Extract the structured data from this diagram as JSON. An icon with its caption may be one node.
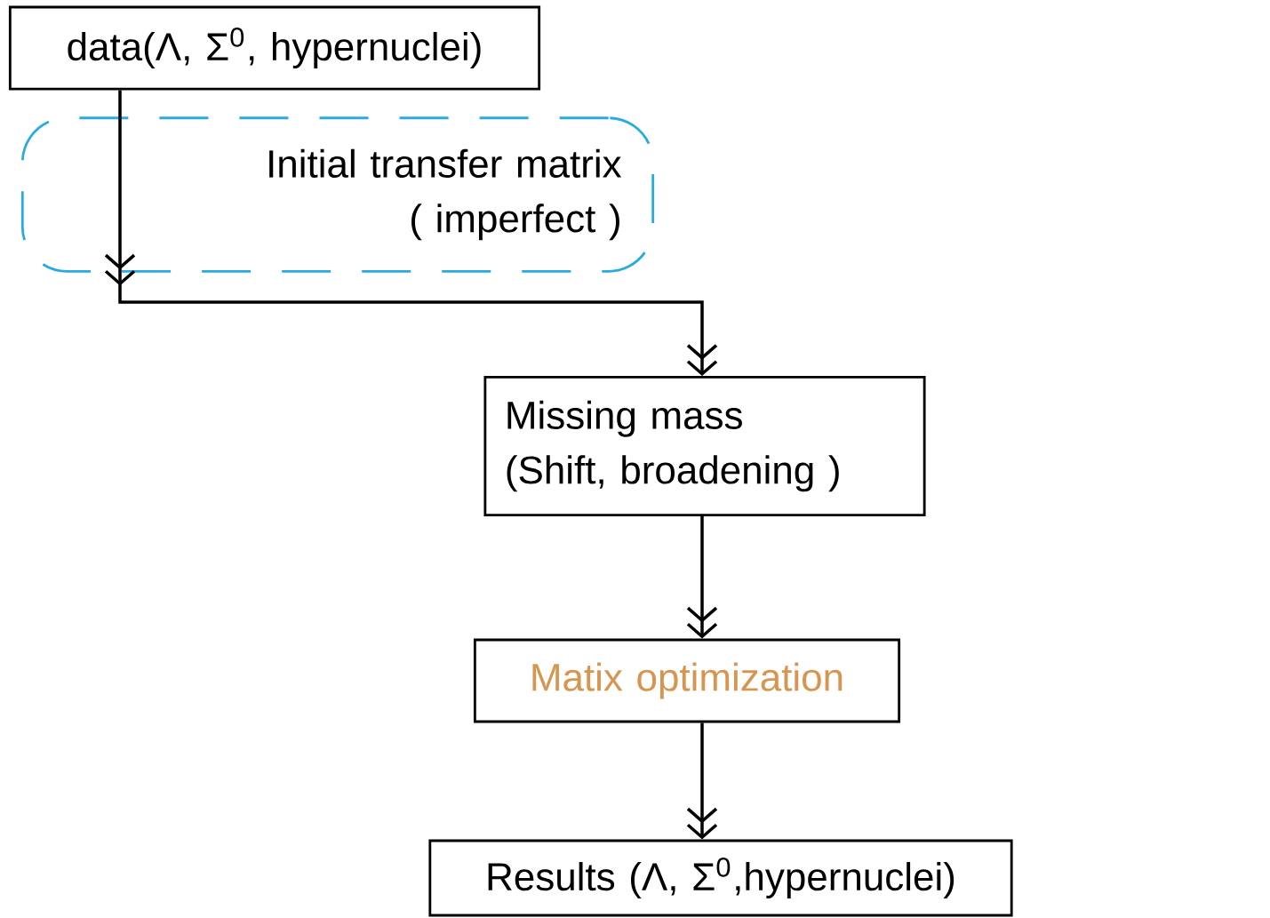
{
  "diagram": {
    "nodes": [
      {
        "text": [
          "data(Λ, Σ$^{0}$, hypernuclei)"
        ]
      },
      {
        "text": [
          "Initial transfer matrix",
          "( imperfect )"
        ]
      },
      {
        "text": [
          "Missing mass",
          "(Shift, broadening )"
        ]
      },
      {
        "text": [
          "Matix optimization"
        ]
      },
      {
        "text": [
          "Results (Λ, Σ$^{0}$,hypernuclei)"
        ]
      }
    ],
    "edges": [
      {
        "from": 0,
        "to": 2,
        "arrow": "to"
      },
      {
        "from": 1,
        "to": 2,
        "arrow": "to"
      },
      {
        "from": 2,
        "to": 3,
        "arrow": "to"
      },
      {
        "from": 3,
        "to": 4,
        "arrow": "to"
      }
    ]
  }
}
